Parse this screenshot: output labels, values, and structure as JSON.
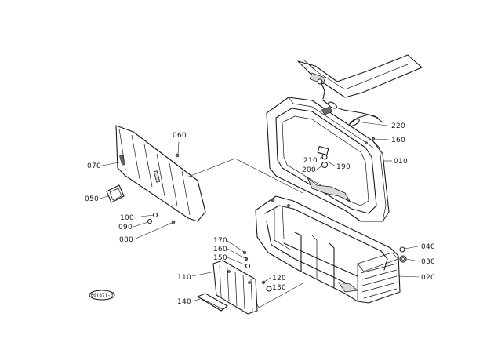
{
  "diagram": {
    "labels": {
      "p010": "010",
      "p020": "020",
      "p030": "030",
      "p040": "040",
      "p050": "050",
      "p060": "060",
      "p070": "070",
      "p080": "080",
      "p090": "090",
      "p100": "100",
      "p110": "110",
      "p120": "120",
      "p130": "130",
      "p140": "140",
      "p150": "150",
      "p160a": "160",
      "p160b": "160",
      "p170": "170",
      "p190": "190",
      "p200": "200",
      "p210": "210",
      "p220": "220"
    },
    "drawing_code": "60(87)-0"
  }
}
